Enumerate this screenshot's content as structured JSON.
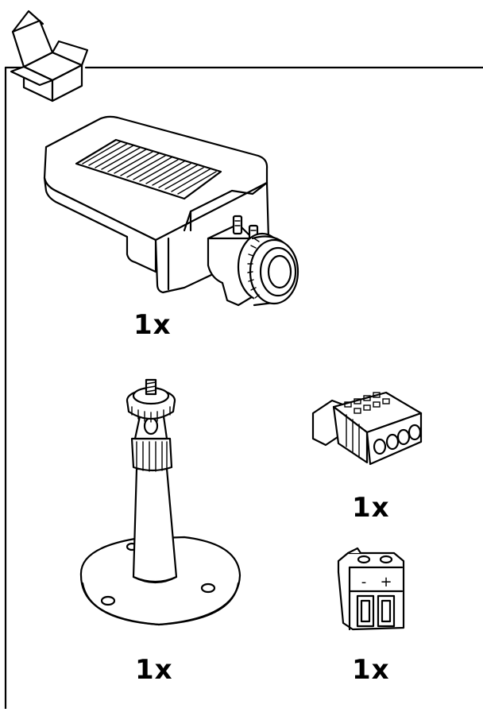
{
  "package_contents": {
    "items": [
      {
        "id": "camera",
        "quantity": "1x"
      },
      {
        "id": "connector_4pin",
        "quantity": "1x"
      },
      {
        "id": "stand",
        "quantity": "1x"
      },
      {
        "id": "connector_2pin",
        "quantity": "1x"
      }
    ],
    "connector_2pin_labels": {
      "minus": "-",
      "plus": "+"
    }
  },
  "icons": {
    "package": "open-box-icon",
    "camera": "box-camera-icon",
    "stand": "camera-stand-icon",
    "connector_4pin": "four-pin-terminal-block-icon",
    "connector_2pin": "two-pin-terminal-block-icon"
  },
  "colors": {
    "line": "#000000",
    "background": "#ffffff"
  }
}
